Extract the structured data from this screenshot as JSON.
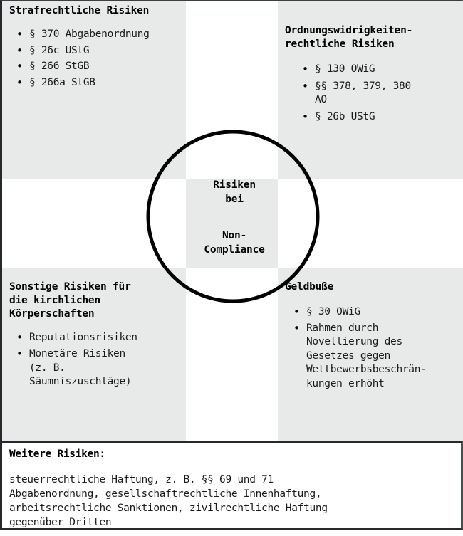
{
  "figure": {
    "title": "Risiken bei Non-Compliance",
    "colors": {
      "panel_background": "#e7eae9",
      "page_background": "#ffffff",
      "text": "#1b1b1b",
      "border": "#26292b",
      "circle_stroke": "#000000"
    }
  },
  "center": {
    "line1": "Risiken",
    "line2": "bei",
    "line3": "Non-",
    "line4": "Compliance"
  },
  "quadrants": {
    "top_left": {
      "heading": "Strafrechtliche Risiken",
      "items": [
        "§ 370 Abgabenordnung",
        "§ 26c UStG",
        "§ 266 StGB",
        "§ 266a StGB"
      ]
    },
    "top_right": {
      "heading": "Ordnungswidrigkeiten-\nrechtliche Risiken",
      "items": [
        "§ 130 OWiG",
        "§§ 378, 379, 380\nAO",
        "§ 26b UStG"
      ]
    },
    "bottom_left": {
      "heading": "Sonstige Risiken für\ndie kirchlichen\nKörperschaften",
      "items": [
        "Reputationsrisiken",
        "Monetäre Risiken\n (z. B.\n Säumniszuschläge)"
      ]
    },
    "bottom_right": {
      "heading": "Geldbuße",
      "items": [
        "§ 30 OWiG",
        "Rahmen durch\nNovellierung des\nGesetzes gegen\nWettbewerbsbeschrän-\nkungen erhöht"
      ]
    }
  },
  "footer_box": {
    "title": "Weitere Risiken:",
    "body": "steuerrechtliche Haftung, z. B. §§ 69 und 71\nAbgabenordnung, gesellschaftrechtliche Innenhaftung,\narbeitsrechtliche Sanktionen, zivilrechtliche Haftung\ngegenüber Dritten"
  }
}
